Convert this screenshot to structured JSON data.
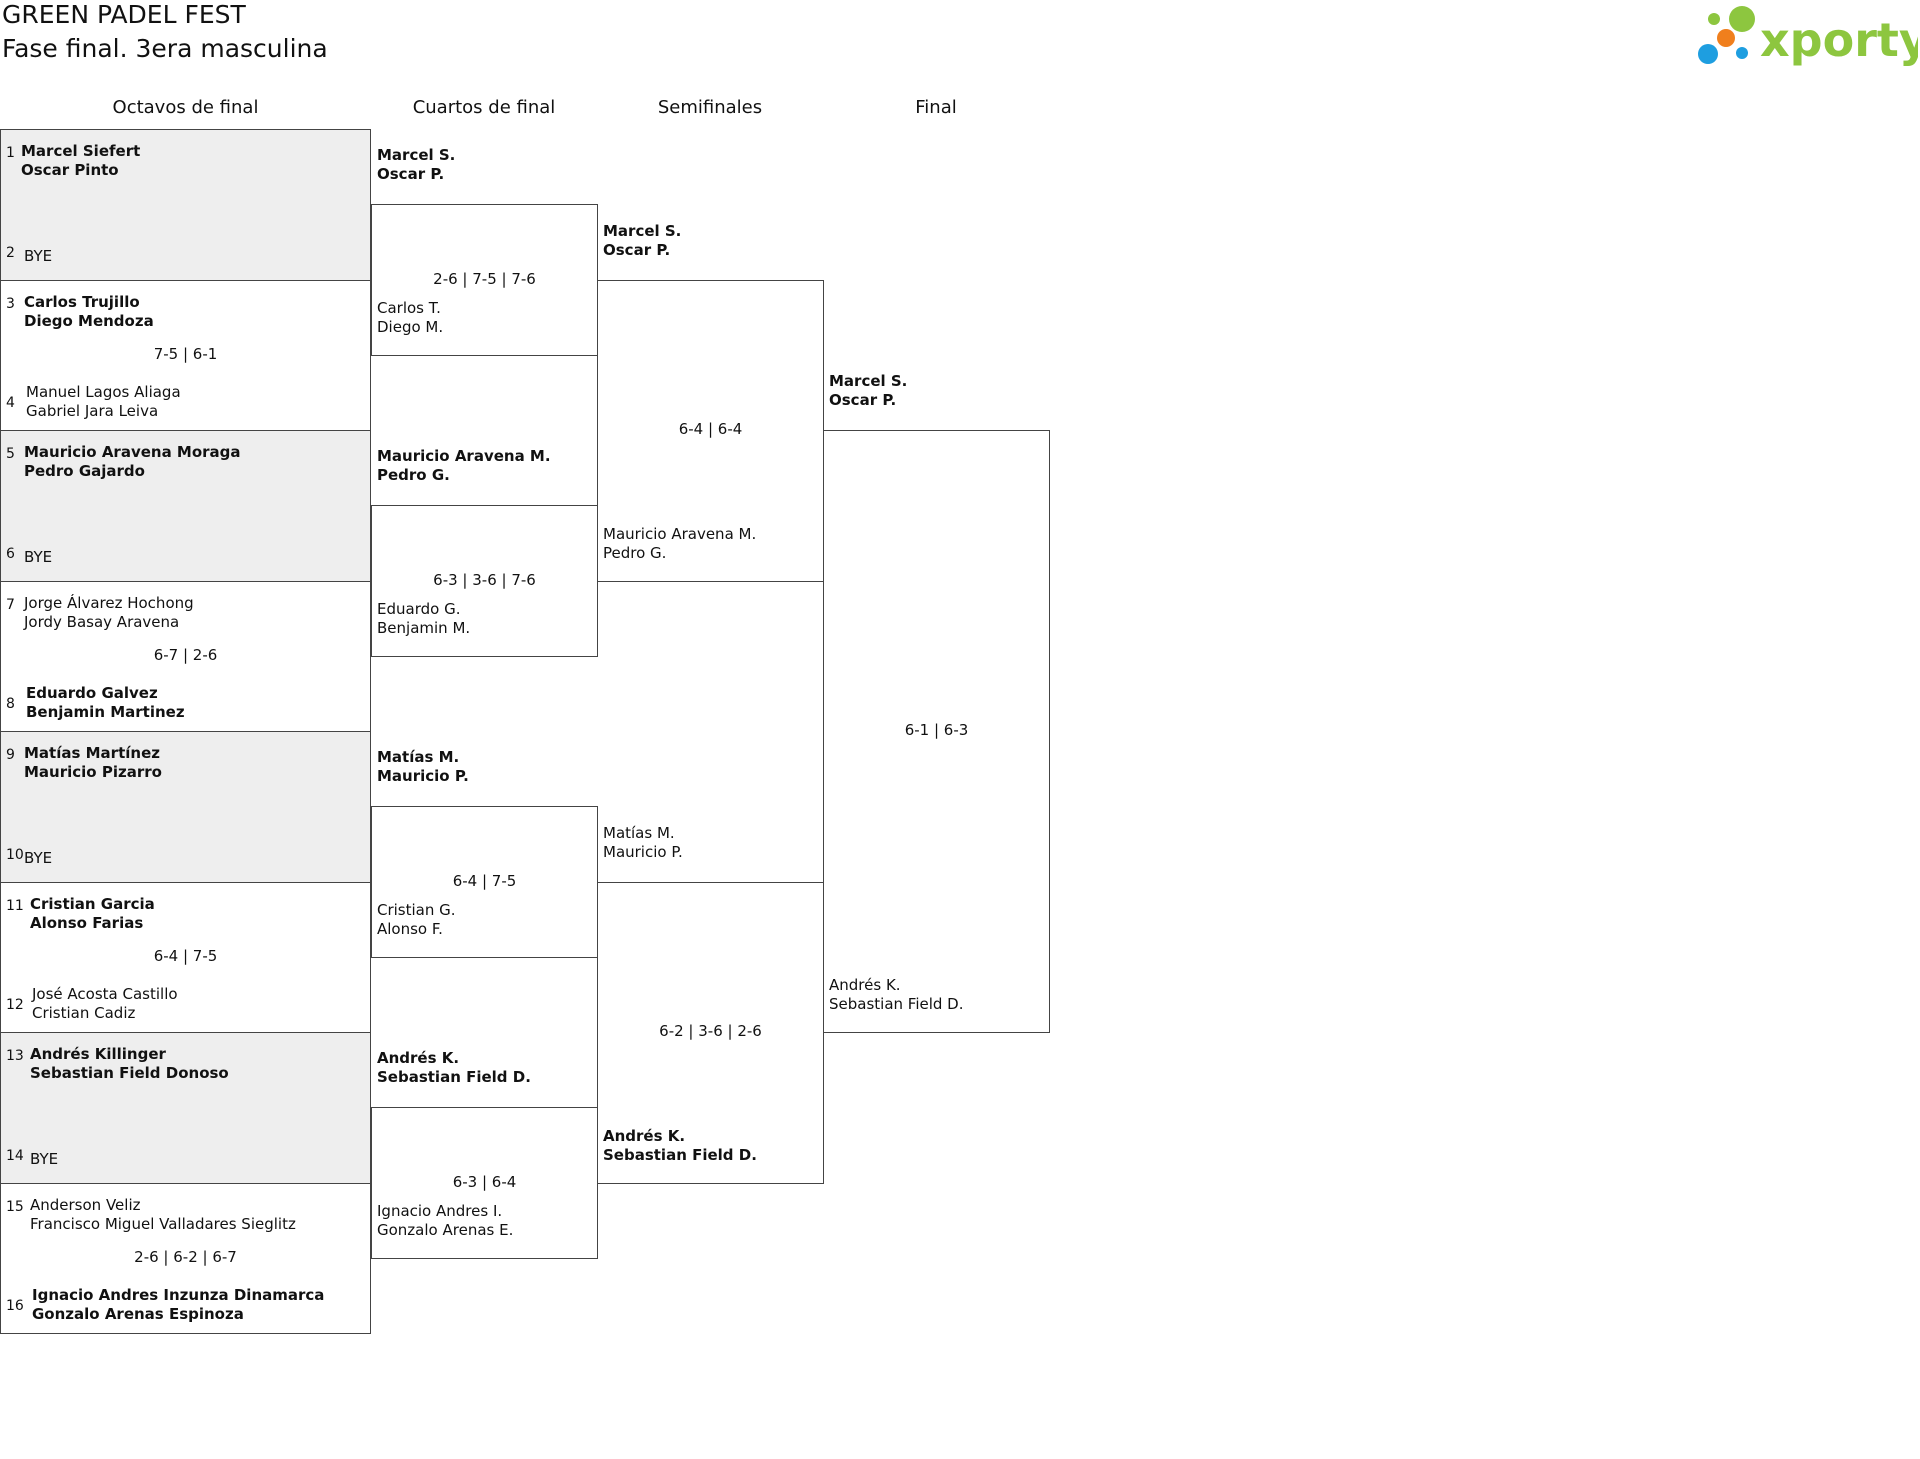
{
  "header": {
    "title": "GREEN PADEL FEST",
    "subtitle": "Fase final. 3era masculina"
  },
  "logo": {
    "text": "xporty",
    "colors": [
      "#8dc63f",
      "#f07f1d",
      "#1e9ee0"
    ]
  },
  "rounds": [
    "Octavos de final",
    "Cuartos de final",
    "Semifinales",
    "Final"
  ],
  "r16": [
    {
      "top": {
        "seed": "1",
        "p1": "Marcel Siefert",
        "p2": "Oscar Pinto",
        "win": true
      },
      "bottom": {
        "seed": "2",
        "p1": "BYE",
        "p2": "",
        "win": false
      },
      "score": "",
      "grey": true
    },
    {
      "top": {
        "seed": "3",
        "p1": "Carlos Trujillo",
        "p2": "Diego Mendoza",
        "win": true
      },
      "bottom": {
        "seed": "4",
        "p1": "Manuel Lagos Aliaga",
        "p2": "Gabriel Jara Leiva",
        "win": false
      },
      "score": "7-5 | 6-1",
      "grey": false
    },
    {
      "top": {
        "seed": "5",
        "p1": "Mauricio Aravena Moraga",
        "p2": "Pedro Gajardo",
        "win": true
      },
      "bottom": {
        "seed": "6",
        "p1": "BYE",
        "p2": "",
        "win": false
      },
      "score": "",
      "grey": true
    },
    {
      "top": {
        "seed": "7",
        "p1": "Jorge Álvarez Hochong",
        "p2": "Jordy Basay Aravena",
        "win": false
      },
      "bottom": {
        "seed": "8",
        "p1": "Eduardo Galvez",
        "p2": "Benjamin Martinez",
        "win": true
      },
      "score": "6-7 | 2-6",
      "grey": false
    },
    {
      "top": {
        "seed": "9",
        "p1": "Matías Martínez",
        "p2": "Mauricio Pizarro",
        "win": true
      },
      "bottom": {
        "seed": "10",
        "p1": "BYE",
        "p2": "",
        "win": false
      },
      "score": "",
      "grey": true
    },
    {
      "top": {
        "seed": "11",
        "p1": "Cristian Garcia",
        "p2": "Alonso Farias",
        "win": true
      },
      "bottom": {
        "seed": "12",
        "p1": "José Acosta Castillo",
        "p2": "Cristian Cadiz",
        "win": false
      },
      "score": "6-4 | 7-5",
      "grey": false
    },
    {
      "top": {
        "seed": "13",
        "p1": "Andrés Killinger",
        "p2": "Sebastian Field Donoso",
        "win": true
      },
      "bottom": {
        "seed": "14",
        "p1": "BYE",
        "p2": "",
        "win": false
      },
      "score": "",
      "grey": true
    },
    {
      "top": {
        "seed": "15",
        "p1": "Anderson Veliz",
        "p2": "Francisco Miguel Valladares Sieglitz",
        "win": false
      },
      "bottom": {
        "seed": "16",
        "p1": "Ignacio Andres Inzunza Dinamarca",
        "p2": "Gonzalo Arenas Espinoza",
        "win": true
      },
      "score": "2-6 | 6-2 | 6-7",
      "grey": false
    }
  ],
  "qf": [
    {
      "top": {
        "p1": "Marcel S.",
        "p2": "Oscar P.",
        "win": true
      },
      "bottom": {
        "p1": "Carlos T.",
        "p2": "Diego M.",
        "win": false
      },
      "score": "2-6 | 7-5 | 7-6"
    },
    {
      "top": {
        "p1": "Mauricio Aravena M.",
        "p2": "Pedro G.",
        "win": true
      },
      "bottom": {
        "p1": "Eduardo G.",
        "p2": "Benjamin M.",
        "win": false
      },
      "score": "6-3 | 3-6 | 7-6"
    },
    {
      "top": {
        "p1": "Matías M.",
        "p2": "Mauricio P.",
        "win": true
      },
      "bottom": {
        "p1": "Cristian G.",
        "p2": "Alonso F.",
        "win": false
      },
      "score": "6-4 | 7-5"
    },
    {
      "top": {
        "p1": "Andrés K.",
        "p2": "Sebastian Field D.",
        "win": true
      },
      "bottom": {
        "p1": "Ignacio Andres I.",
        "p2": "Gonzalo Arenas E.",
        "win": false
      },
      "score": "6-3 | 6-4"
    }
  ],
  "sf": [
    {
      "top": {
        "p1": "Marcel S.",
        "p2": "Oscar P.",
        "win": true
      },
      "bottom": {
        "p1": "Mauricio Aravena M.",
        "p2": "Pedro G.",
        "win": false
      },
      "score": "6-4 | 6-4"
    },
    {
      "top": {
        "p1": "Matías M.",
        "p2": "Mauricio P.",
        "win": false
      },
      "bottom": {
        "p1": "Andrés K.",
        "p2": "Sebastian Field D.",
        "win": true
      },
      "score": "6-2 | 3-6 | 2-6"
    }
  ],
  "final": [
    {
      "top": {
        "p1": "Marcel S.",
        "p2": "Oscar P.",
        "win": true
      },
      "bottom": {
        "p1": "Andrés K.",
        "p2": "Sebastian Field D.",
        "win": false
      },
      "score": "6-1 | 6-3"
    }
  ]
}
